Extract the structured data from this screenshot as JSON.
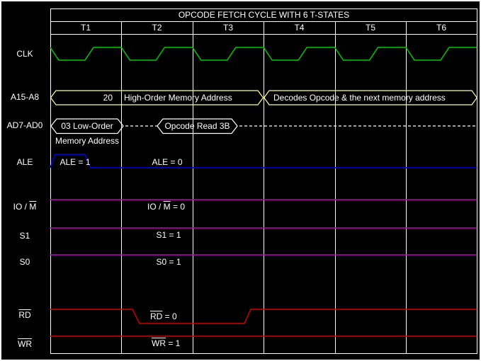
{
  "title": "OPCODE FETCH CYCLE WITH 6 T-STATES",
  "t_states": [
    "T1",
    "T2",
    "T3",
    "T4",
    "T5",
    "T6"
  ],
  "colors": {
    "background": "#000000",
    "grid": "#ffffff",
    "text": "#ffffff",
    "clk": "#00c800",
    "bus": "#ffff99",
    "ale": "#0000cc",
    "status": "#c000c0",
    "read_write": "#cc0000"
  },
  "signals": {
    "clk": {
      "label": "CLK"
    },
    "a15_a8": {
      "label": "A15-A8",
      "value": "20",
      "segment1": "High-Order Memory Address",
      "segment2": "Decodes Opcode & the next memory address"
    },
    "ad7_ad0": {
      "label": "AD7-AD0",
      "segment1_line1": "03 Low-Order",
      "segment1_line2": "Memory Address",
      "segment2": "Opcode Read 3B"
    },
    "ale": {
      "label": "ALE",
      "high_annotation": "ALE = 1",
      "low_annotation": "ALE = 0"
    },
    "io_m": {
      "label_prefix": "IO / ",
      "label_overlined": "M",
      "annotation_prefix": "IO / ",
      "annotation_overlined": "M",
      "annotation_suffix": " = 0"
    },
    "s1": {
      "label": "S1",
      "annotation": "S1 = 1"
    },
    "s0": {
      "label": "S0",
      "annotation": "S0 = 1"
    },
    "rd": {
      "label_overlined": "RD",
      "annotation_overlined": "RD",
      "annotation_suffix": " = 0"
    },
    "wr": {
      "label_overlined": "WR",
      "annotation_overlined": "WR",
      "annotation_suffix": " = 1"
    }
  }
}
